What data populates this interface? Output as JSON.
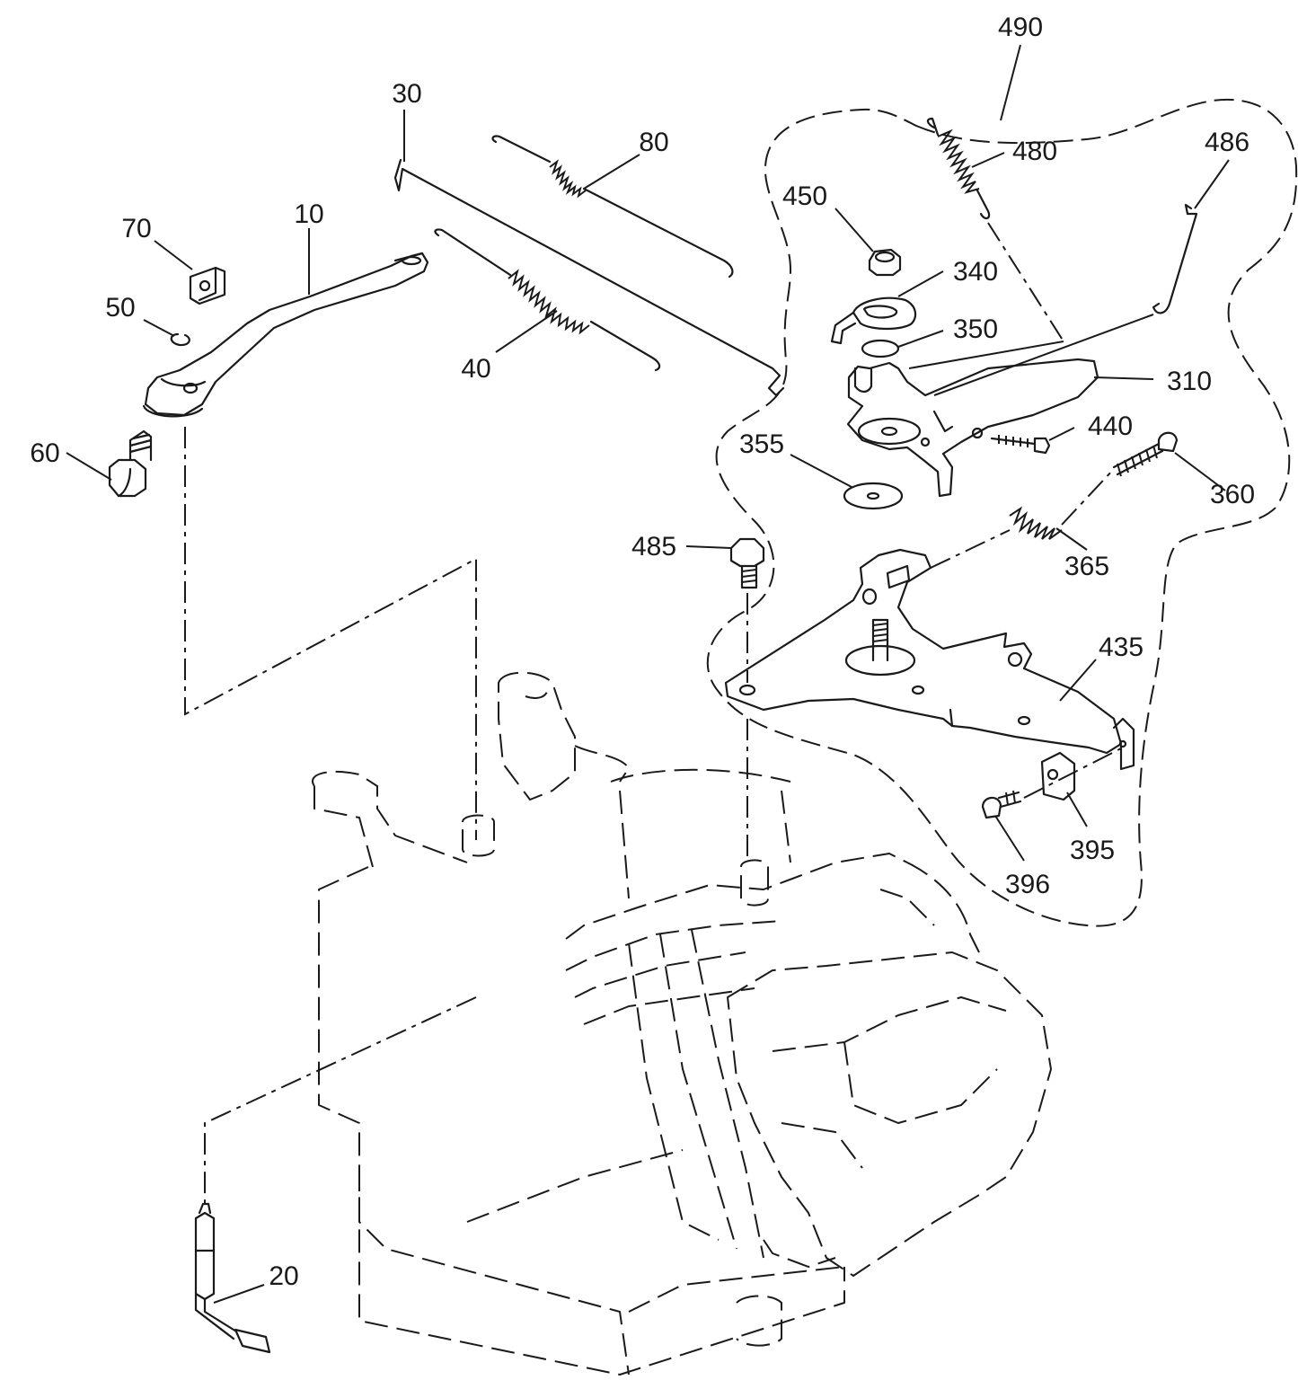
{
  "parts": [
    {
      "id": "p490",
      "label": "490"
    },
    {
      "id": "p30",
      "label": "30"
    },
    {
      "id": "p80",
      "label": "80"
    },
    {
      "id": "p480",
      "label": "480"
    },
    {
      "id": "p486",
      "label": "486"
    },
    {
      "id": "p70",
      "label": "70"
    },
    {
      "id": "p10",
      "label": "10"
    },
    {
      "id": "p450",
      "label": "450"
    },
    {
      "id": "p340",
      "label": "340"
    },
    {
      "id": "p50",
      "label": "50"
    },
    {
      "id": "p350",
      "label": "350"
    },
    {
      "id": "p40",
      "label": "40"
    },
    {
      "id": "p310",
      "label": "310"
    },
    {
      "id": "p440",
      "label": "440"
    },
    {
      "id": "p60",
      "label": "60"
    },
    {
      "id": "p355",
      "label": "355"
    },
    {
      "id": "p360",
      "label": "360"
    },
    {
      "id": "p485",
      "label": "485"
    },
    {
      "id": "p365",
      "label": "365"
    },
    {
      "id": "p435",
      "label": "435"
    },
    {
      "id": "p395",
      "label": "395"
    },
    {
      "id": "p396",
      "label": "396"
    },
    {
      "id": "p20",
      "label": "20"
    }
  ]
}
